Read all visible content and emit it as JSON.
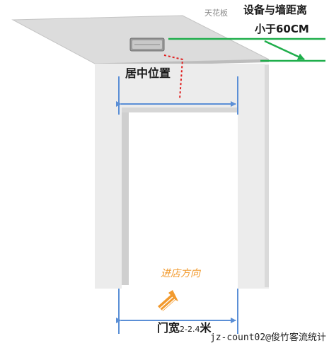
{
  "labels": {
    "ceiling": "天花板",
    "distance_line1": "设备与墙距离",
    "distance_line2": "小于60CM",
    "center_position": "居中位置",
    "entry_direction": "进店方向",
    "door_width": "门宽",
    "door_width_value": "2-2.4",
    "door_width_unit": "米",
    "watermark": "jz-count02@俊竹客流统计"
  },
  "colors": {
    "ceiling_fill": "#dcdcdc",
    "wall_fill": "#ececec",
    "wall_shade": "#d6d6d6",
    "measure_blue": "#5b8fd6",
    "guide_green": "#1fae4b",
    "marker_red": "#e02020",
    "arrow_orange": "#f29a2e"
  },
  "icons": {
    "device": "ceiling-sensor-icon",
    "direction": "up-right-arrow-icon"
  }
}
